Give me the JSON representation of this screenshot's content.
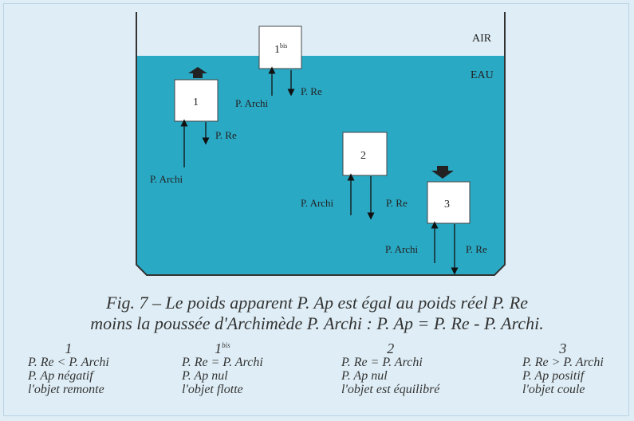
{
  "labels": {
    "air": "AIR",
    "water": "EAU"
  },
  "boxes": {
    "b1": "1",
    "b1bis": "1",
    "b1bis_sup": "bis",
    "b2": "2",
    "b3": "3"
  },
  "forces": {
    "archi": "P. Archi",
    "re": "P. Re"
  },
  "caption": {
    "line1": "Fig. 7 – Le poids apparent P. Ap est égal au poids réel P. Re",
    "line2": "moins la poussée d'Archimède P. Archi :  P. Ap = P. Re - P. Archi."
  },
  "legend": [
    {
      "num": "1",
      "sup": "",
      "l1": "P. Re < P. Archi",
      "l2": "P. Ap négatif",
      "l3": "l'objet remonte"
    },
    {
      "num": "1",
      "sup": "bis",
      "l1": "P. Re = P. Archi",
      "l2": "P. Ap nul",
      "l3": "l'objet flotte"
    },
    {
      "num": "2",
      "sup": "",
      "l1": "P. Re = P. Archi",
      "l2": "P. Ap nul",
      "l3": "l'objet est équilibré"
    },
    {
      "num": "3",
      "sup": "",
      "l1": "P. Re > P. Archi",
      "l2": "P. Ap positif",
      "l3": "l'objet coule"
    }
  ],
  "colors": {
    "water": "#2aa9c4",
    "background": "#dfeef6",
    "box": "#ffffff"
  }
}
